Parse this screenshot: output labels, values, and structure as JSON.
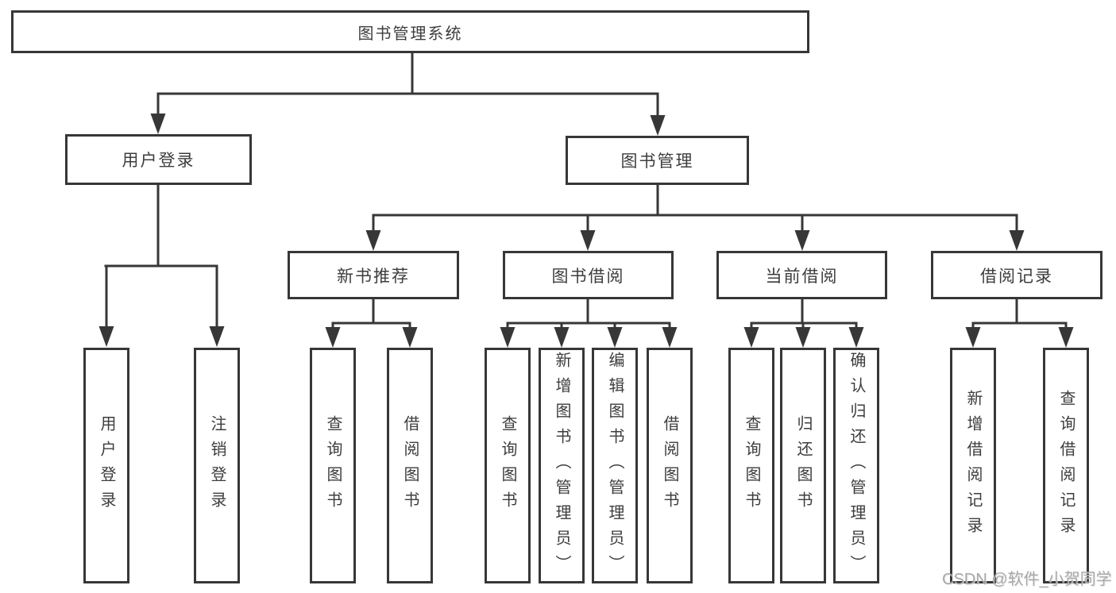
{
  "tree": {
    "label": "图书管理系统",
    "children": [
      {
        "label": "用户登录",
        "children": [
          {
            "label": "用户登录"
          },
          {
            "label": "注销登录"
          }
        ]
      },
      {
        "label": "图书管理",
        "children": [
          {
            "label": "新书推荐",
            "children": [
              {
                "label": "查询图书"
              },
              {
                "label": "借阅图书"
              }
            ]
          },
          {
            "label": "图书借阅",
            "children": [
              {
                "label": "查询图书"
              },
              {
                "label": "新增图书（管理员）"
              },
              {
                "label": "编辑图书（管理员）"
              },
              {
                "label": "借阅图书"
              }
            ]
          },
          {
            "label": "当前借阅",
            "children": [
              {
                "label": "查询图书"
              },
              {
                "label": "归还图书"
              },
              {
                "label": "确认归还（管理员）"
              }
            ]
          },
          {
            "label": "借阅记录",
            "children": [
              {
                "label": "新增借阅记录"
              },
              {
                "label": "查询借阅记录"
              }
            ]
          }
        ]
      }
    ]
  },
  "watermark": "CSDN @软件_小贺同学",
  "colors": {
    "line": "#373737",
    "text": "#3d3d3d",
    "watermark": "#9e9e9e",
    "background": "#ffffff"
  }
}
